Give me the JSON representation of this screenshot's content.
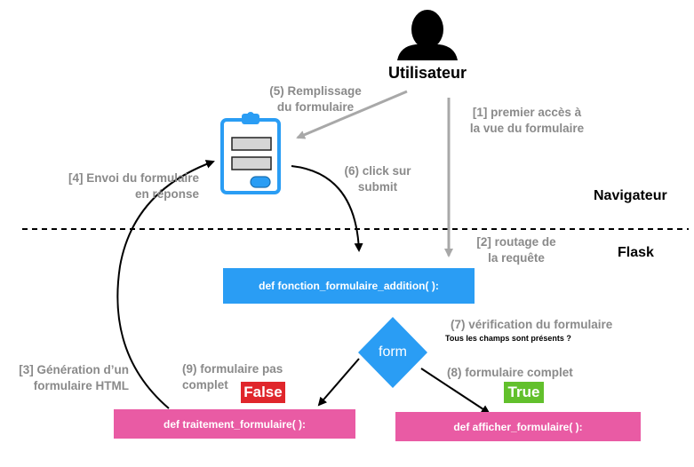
{
  "user": {
    "label": "Utilisateur",
    "icon": "user-silhouette-icon"
  },
  "regions": {
    "browser": "Navigateur",
    "server": "Flask"
  },
  "steps": {
    "s1": "[1] premier accès à\nla vue du formulaire",
    "s2": "[2] routage de\nla requête",
    "s3": "[3] Génération d’un\nformulaire HTML",
    "s4": "[4] Envoi du formulaire\nen réponse",
    "s5": "(5) Remplissage\ndu formulaire",
    "s6": "(6) click sur\nsubmit",
    "s7": "(7) vérification du formulaire",
    "s7_sub": "Tous les champs sont présents ?",
    "s8": "(8) formulaire complet",
    "s9": "(9) formulaire pas complet"
  },
  "functions": {
    "main": "def fonction_formulaire_addition( ):",
    "traitement": "def traitement_formulaire( ):",
    "afficher": "def afficher_formulaire( ):"
  },
  "decision": {
    "label": "form"
  },
  "badges": {
    "false": "False",
    "true": "True"
  },
  "colors": {
    "blue": "#2a9df4",
    "pink": "#e95ba4",
    "red": "#e0262b",
    "green": "#62c02c",
    "grey_arrow": "#a8a8a8",
    "text_grey": "#8a8a8a"
  }
}
